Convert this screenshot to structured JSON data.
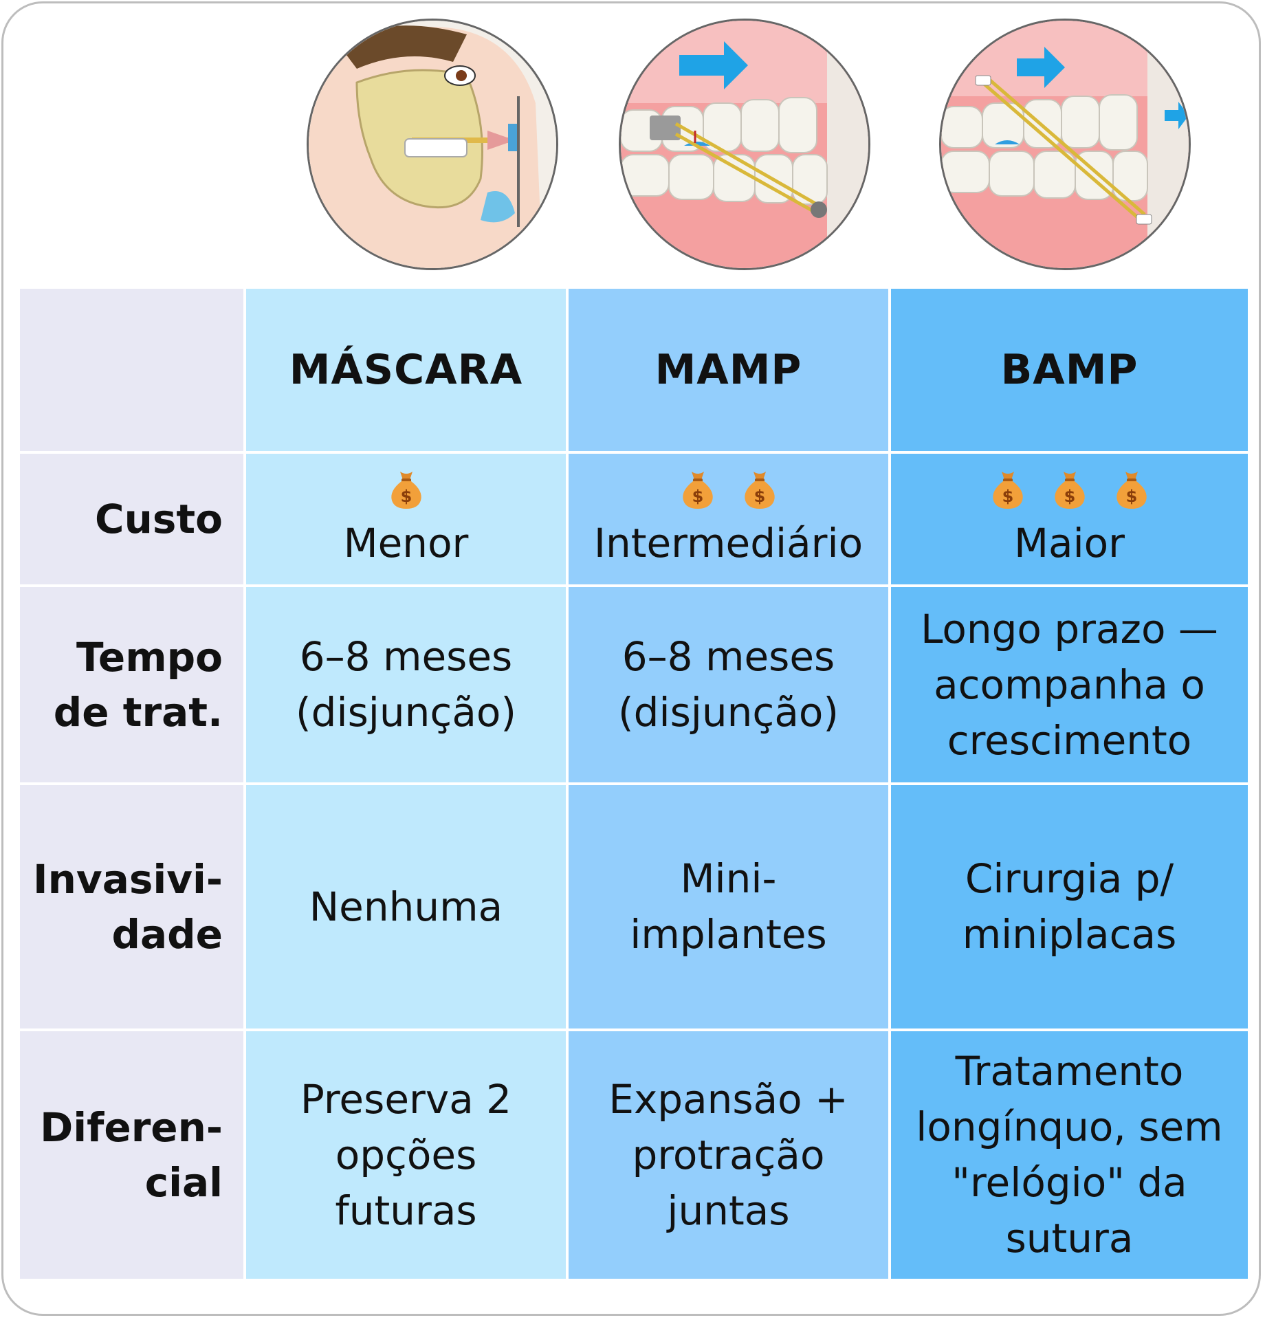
{
  "illustrations": [
    {
      "name": "mascara-face-illustration",
      "icon": "face-mask-appliance-icon"
    },
    {
      "name": "mamp-teeth-illustration",
      "icon": "teeth-miniimplant-icon"
    },
    {
      "name": "bamp-teeth-illustration",
      "icon": "teeth-miniplate-icon"
    }
  ],
  "table": {
    "columns": [
      "MÁSCARA",
      "MAMP",
      "BAMP"
    ],
    "rows": {
      "custo": {
        "label": "Custo",
        "bag_icon": "money-bag-icon",
        "bags": [
          1,
          2,
          3
        ],
        "values": [
          "Menor",
          "Intermediário",
          "Maior"
        ]
      },
      "tempo": {
        "label_lines": [
          "Tempo",
          "de trat."
        ],
        "values": [
          [
            "6–8 meses",
            "(disjunção)"
          ],
          [
            "6–8 meses",
            "(disjunção)"
          ],
          [
            "Longo prazo —",
            "acompanha o",
            "crescimento"
          ]
        ]
      },
      "invasividade": {
        "label_lines": [
          "Invasivi-",
          "dade"
        ],
        "values": [
          [
            "Nenhuma"
          ],
          [
            "Mini-",
            "implantes"
          ],
          [
            "Cirurgia p/",
            "miniplacas"
          ]
        ]
      },
      "diferencial": {
        "label_lines": [
          "Diferen-",
          "cial"
        ],
        "values": [
          [
            "Preserva 2",
            "opções",
            "futuras"
          ],
          [
            "Expansão +",
            "protração",
            "juntas"
          ],
          [
            "Tratamento",
            "longínquo, sem",
            "\"relógio\" da",
            "sutura"
          ]
        ]
      }
    }
  },
  "colors": {
    "row_header_bg": "#e8e8f4",
    "mascara_bg": "#bfe9fd",
    "mamp_bg": "#93cefc",
    "bamp_bg": "#64bdf9",
    "arrow": "#1fa3e6",
    "gum": "#f4a0a0"
  }
}
